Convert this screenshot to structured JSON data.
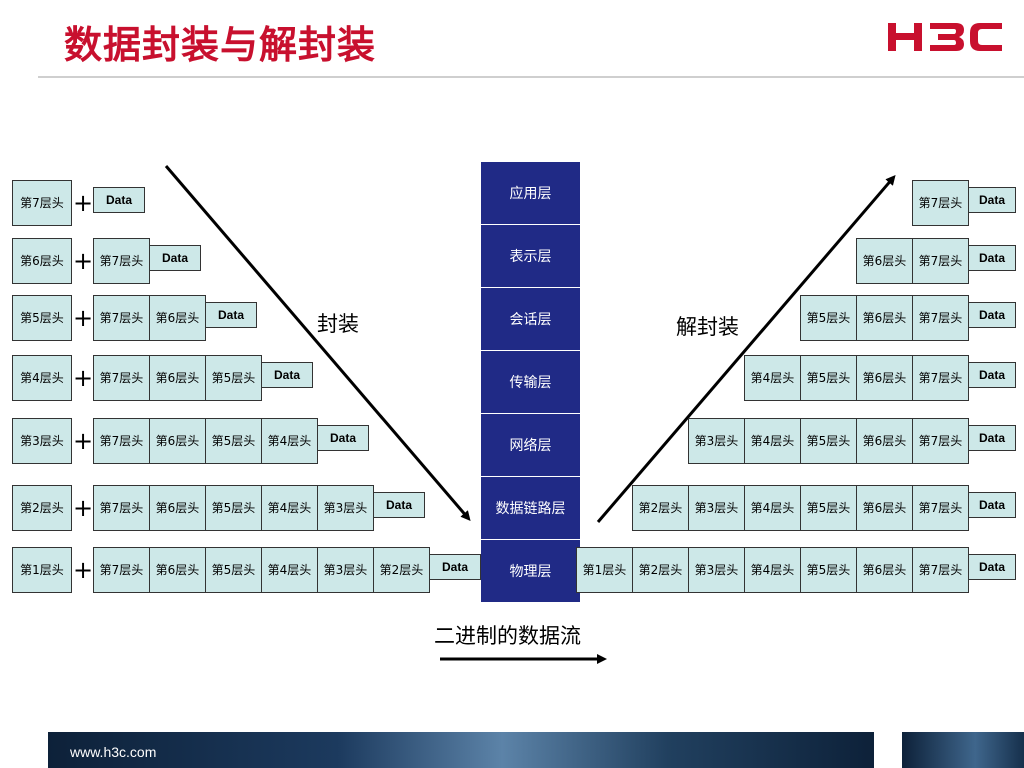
{
  "title": "数据封装与解封装",
  "logo_text": "H3C",
  "layers": [
    "应用层",
    "表示层",
    "会话层",
    "传输层",
    "网络层",
    "数据链路层",
    "物理层"
  ],
  "labels": {
    "encap": "封装",
    "decap": "解封装",
    "binary_stream": "二进制的数据流"
  },
  "plus": "+",
  "data_label": "Data",
  "encap_rows": [
    {
      "new_header": "第7层头",
      "parts": [
        "Data"
      ]
    },
    {
      "new_header": "第6层头",
      "parts": [
        "第7层头",
        "Data"
      ]
    },
    {
      "new_header": "第5层头",
      "parts": [
        "第7层头",
        "第6层头",
        "Data"
      ]
    },
    {
      "new_header": "第4层头",
      "parts": [
        "第7层头",
        "第6层头",
        "第5层头",
        "Data"
      ]
    },
    {
      "new_header": "第3层头",
      "parts": [
        "第7层头",
        "第6层头",
        "第5层头",
        "第4层头",
        "Data"
      ]
    },
    {
      "new_header": "第2层头",
      "parts": [
        "第7层头",
        "第6层头",
        "第5层头",
        "第4层头",
        "第3层头",
        "Data"
      ]
    },
    {
      "new_header": "第1层头",
      "parts": [
        "第7层头",
        "第6层头",
        "第5层头",
        "第4层头",
        "第3层头",
        "第2层头",
        "Data"
      ]
    }
  ],
  "decap_rows": [
    [
      "第7层头",
      "Data"
    ],
    [
      "第6层头",
      "第7层头",
      "Data"
    ],
    [
      "第5层头",
      "第6层头",
      "第7层头",
      "Data"
    ],
    [
      "第4层头",
      "第5层头",
      "第6层头",
      "第7层头",
      "Data"
    ],
    [
      "第3层头",
      "第4层头",
      "第5层头",
      "第6层头",
      "第7层头",
      "Data"
    ],
    [
      "第2层头",
      "第3层头",
      "第4层头",
      "第5层头",
      "第6层头",
      "第7层头",
      "Data"
    ],
    [
      "第1层头",
      "第2层头",
      "第3层头",
      "第4层头",
      "第5层头",
      "第6层头",
      "第7层头",
      "Data"
    ]
  ],
  "colors": {
    "title": "#c8102e",
    "layer_bg": "#202a86",
    "box_bg": "#cde8e8"
  },
  "footer_url": "www.h3c.com"
}
